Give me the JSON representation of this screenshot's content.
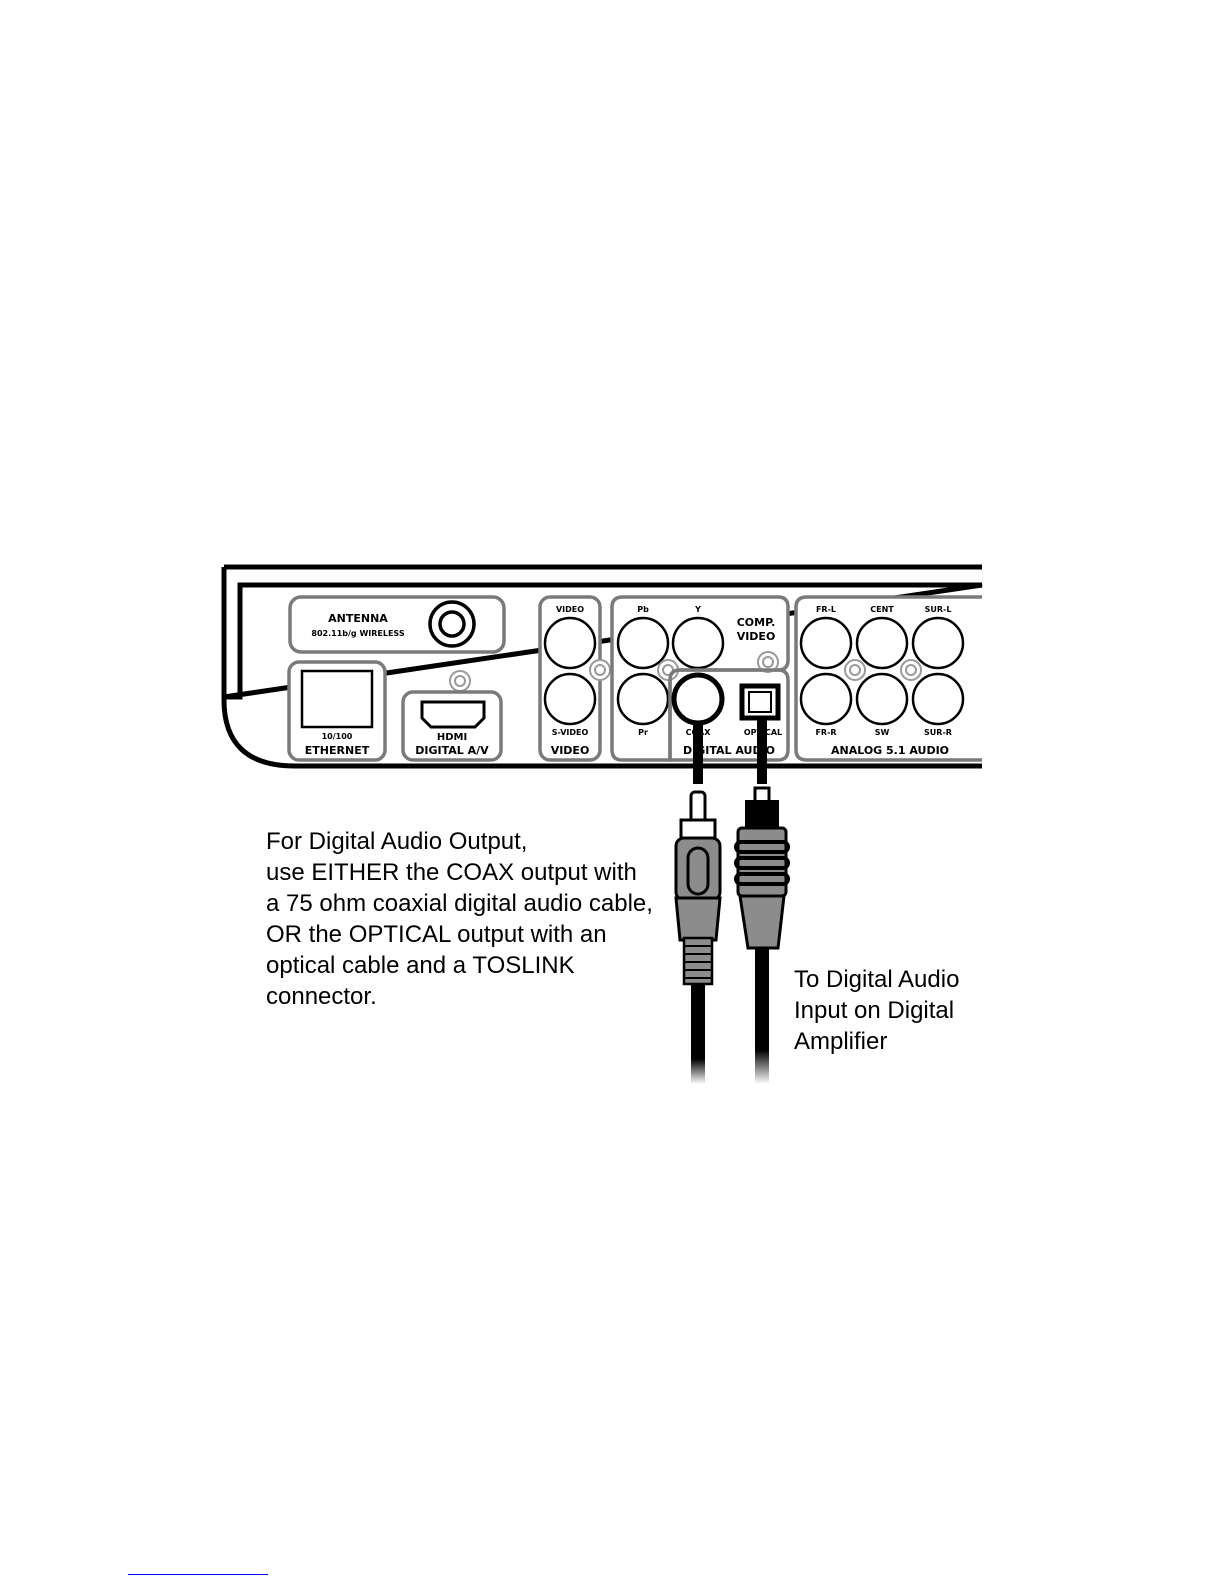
{
  "panel": {
    "antenna_label": "ANTENNA",
    "antenna_sub": "802.11b/g WIRELESS",
    "ethernet_speed": "10/100",
    "ethernet_label": "ETHERNET",
    "hdmi_logo": "HDMI",
    "digital_av_label": "DIGITAL A/V",
    "video_top": "VIDEO",
    "svideo": "S-VIDEO",
    "video_group": "VIDEO",
    "pb": "Pb",
    "y": "Y",
    "comp_line1": "COMP.",
    "comp_line2": "VIDEO",
    "pr": "Pr",
    "coax": "COAX",
    "optical": "OPTICAL",
    "digital_audio_group": "DIGITAL AUDIO",
    "fr_l": "FR-L",
    "cent": "CENT",
    "sur_l": "SUR-L",
    "fr_r": "FR-R",
    "sw": "SW",
    "sur_r": "SUR-R",
    "analog_group": "ANALOG 5.1 AUDIO"
  },
  "caption_left": [
    "For Digital Audio Output,",
    "use EITHER the COAX output with",
    "a 75 ohm coaxial digital audio cable,",
    "OR the OPTICAL output with an",
    "optical cable and a TOSLINK",
    "connector."
  ],
  "caption_right": [
    "To Digital Audio",
    "Input on Digital",
    "Amplifier"
  ],
  "colors": {
    "outline": "#000000",
    "port_gray": "#7a7a7a",
    "port_fill": "#ffffff",
    "connector_gray": "#8c8c8c"
  }
}
